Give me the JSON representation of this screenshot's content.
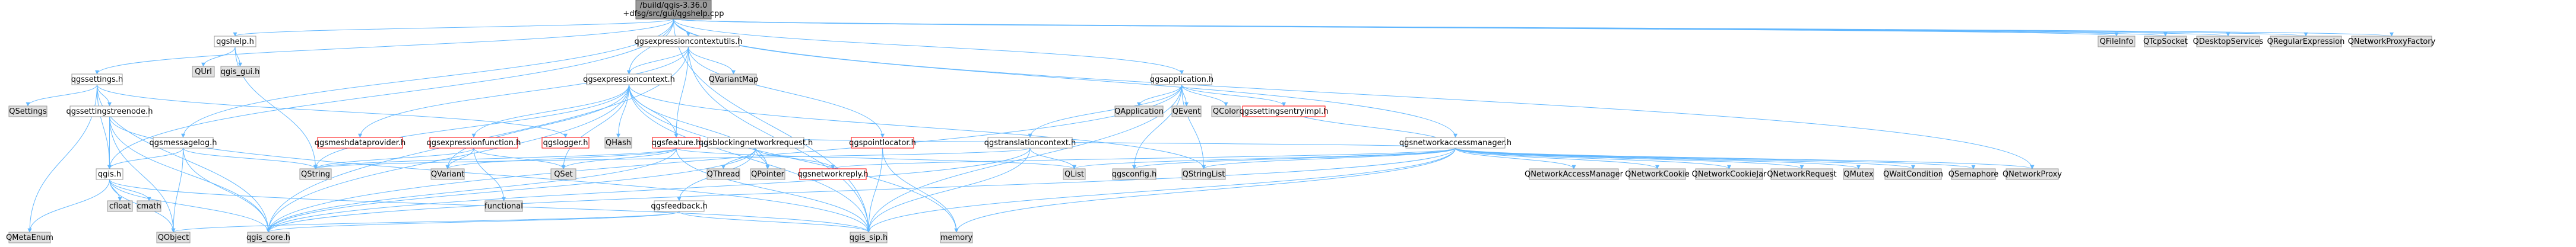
{
  "colors": {
    "root_fill": "#999999",
    "root_border": "#666666",
    "node_fill": "#ffffff",
    "node_border": "#999999",
    "external_fill": "#e0e0e0",
    "external_border": "#999999",
    "error_border": "#ff0000",
    "edge_stroke": "#63b8ff"
  },
  "graph": {
    "nodes": [
      {
        "id": "root",
        "label": "/build/qgis-3.36.0\n+dfsg/src/gui/qgshelp.cpp",
        "kind": "root"
      },
      {
        "id": "qgshelp_h",
        "label": "qgshelp.h",
        "kind": "normal"
      },
      {
        "id": "qgis_gui_h",
        "label": "qgis_gui.h",
        "kind": "external"
      },
      {
        "id": "QUrl",
        "label": "QUrl",
        "kind": "external"
      },
      {
        "id": "qgssettings_h",
        "label": "qgssettings.h",
        "kind": "normal"
      },
      {
        "id": "QSettings",
        "label": "QSettings",
        "kind": "external"
      },
      {
        "id": "qgssettingstreenode_h",
        "label": "qgssettingstreenode.h",
        "kind": "normal"
      },
      {
        "id": "QMetaEnum",
        "label": "QMetaEnum",
        "kind": "external"
      },
      {
        "id": "qgis_h",
        "label": "qgis.h",
        "kind": "normal"
      },
      {
        "id": "cfloat",
        "label": "cfloat",
        "kind": "external"
      },
      {
        "id": "cmath",
        "label": "cmath",
        "kind": "external"
      },
      {
        "id": "QObject",
        "label": "QObject",
        "kind": "external"
      },
      {
        "id": "qgis_core_h",
        "label": "qgis_core.h",
        "kind": "external"
      },
      {
        "id": "qgis_sip_h",
        "label": "qgis_sip.h",
        "kind": "external"
      },
      {
        "id": "qgsmessagelog_h",
        "label": "qgsmessagelog.h",
        "kind": "normal"
      },
      {
        "id": "QString",
        "label": "QString",
        "kind": "external"
      },
      {
        "id": "qgsexpressioncontextutils_h",
        "label": "qgsexpressioncontextutils.h",
        "kind": "normal"
      },
      {
        "id": "QVariantMap",
        "label": "QVariantMap",
        "kind": "external"
      },
      {
        "id": "qgsexpressioncontext_h",
        "label": "qgsexpressioncontext.h",
        "kind": "normal"
      },
      {
        "id": "qgsmeshdataprovider_h",
        "label": "qgsmeshdataprovider.h",
        "kind": "error"
      },
      {
        "id": "qgsexpressionfunction_h",
        "label": "qgsexpressionfunction.h",
        "kind": "error"
      },
      {
        "id": "qgslogger_h",
        "label": "qgslogger.h",
        "kind": "error"
      },
      {
        "id": "QHash",
        "label": "QHash",
        "kind": "external"
      },
      {
        "id": "qgsfeature_h",
        "label": "qgsfeature.h",
        "kind": "error"
      },
      {
        "id": "QVariant",
        "label": "QVariant",
        "kind": "external"
      },
      {
        "id": "functional",
        "label": "functional",
        "kind": "external"
      },
      {
        "id": "QSet",
        "label": "QSet",
        "kind": "external"
      },
      {
        "id": "qgsblockingnetworkrequest_h",
        "label": "qgsblockingnetworkrequest.h",
        "kind": "normal"
      },
      {
        "id": "qgsfeedback_h",
        "label": "qgsfeedback.h",
        "kind": "normal"
      },
      {
        "id": "QThread",
        "label": "QThread",
        "kind": "external"
      },
      {
        "id": "QPointer",
        "label": "QPointer",
        "kind": "external"
      },
      {
        "id": "qgsnetworkreply_h",
        "label": "qgsnetworkreply.h",
        "kind": "error"
      },
      {
        "id": "qgspointlocator_h",
        "label": "qgspointlocator.h",
        "kind": "error"
      },
      {
        "id": "memory",
        "label": "memory",
        "kind": "external"
      },
      {
        "id": "qgsapplication_h",
        "label": "qgsapplication.h",
        "kind": "normal"
      },
      {
        "id": "qgstranslationcontext_h",
        "label": "qgstranslationcontext.h",
        "kind": "normal"
      },
      {
        "id": "QList",
        "label": "QList",
        "kind": "external"
      },
      {
        "id": "QApplication",
        "label": "QApplication",
        "kind": "external"
      },
      {
        "id": "QEvent",
        "label": "QEvent",
        "kind": "external"
      },
      {
        "id": "QColor",
        "label": "QColor",
        "kind": "external"
      },
      {
        "id": "qgsconfig_h",
        "label": "qgsconfig.h",
        "kind": "external"
      },
      {
        "id": "QStringList",
        "label": "QStringList",
        "kind": "external"
      },
      {
        "id": "qgssettingsentryimpl_h",
        "label": "qgssettingsentryimpl.h",
        "kind": "error"
      },
      {
        "id": "qgsnetworkaccessmanager_h",
        "label": "qgsnetworkaccessmanager.h",
        "kind": "normal"
      },
      {
        "id": "QNetworkAccessManager",
        "label": "QNetworkAccessManager",
        "kind": "external"
      },
      {
        "id": "QNetworkCookie",
        "label": "QNetworkCookie",
        "kind": "external"
      },
      {
        "id": "QNetworkCookieJar",
        "label": "QNetworkCookieJar",
        "kind": "external"
      },
      {
        "id": "QNetworkRequest",
        "label": "QNetworkRequest",
        "kind": "external"
      },
      {
        "id": "QMutex",
        "label": "QMutex",
        "kind": "external"
      },
      {
        "id": "QWaitCondition",
        "label": "QWaitCondition",
        "kind": "external"
      },
      {
        "id": "QSemaphore",
        "label": "QSemaphore",
        "kind": "external"
      },
      {
        "id": "QNetworkProxy",
        "label": "QNetworkProxy",
        "kind": "external"
      },
      {
        "id": "QFileInfo",
        "label": "QFileInfo",
        "kind": "external"
      },
      {
        "id": "QTcpSocket",
        "label": "QTcpSocket",
        "kind": "external"
      },
      {
        "id": "QDesktopServices",
        "label": "QDesktopServices",
        "kind": "external"
      },
      {
        "id": "QRegularExpression",
        "label": "QRegularExpression",
        "kind": "external"
      },
      {
        "id": "QNetworkProxyFactory",
        "label": "QNetworkProxyFactory",
        "kind": "external"
      }
    ],
    "edges": [
      [
        "root",
        "qgshelp_h"
      ],
      [
        "root",
        "qgssettings_h"
      ],
      [
        "root",
        "qgsmessagelog_h"
      ],
      [
        "root",
        "qgis_h"
      ],
      [
        "root",
        "qgsexpressioncontextutils_h"
      ],
      [
        "root",
        "qgsapplication_h"
      ],
      [
        "root",
        "qgsnetworkaccessmanager_h"
      ],
      [
        "root",
        "QFileInfo"
      ],
      [
        "root",
        "QTcpSocket"
      ],
      [
        "root",
        "QDesktopServices"
      ],
      [
        "root",
        "QRegularExpression"
      ],
      [
        "root",
        "QNetworkProxy"
      ],
      [
        "root",
        "QNetworkProxyFactory"
      ],
      [
        "root",
        "qgis_sip_h"
      ],
      [
        "root",
        "qgsexpressioncontext_h"
      ],
      [
        "qgshelp_h",
        "qgis_gui_h"
      ],
      [
        "qgshelp_h",
        "QUrl"
      ],
      [
        "qgshelp_h",
        "QString"
      ],
      [
        "qgssettings_h",
        "QSettings"
      ],
      [
        "qgssettings_h",
        "QMetaEnum"
      ],
      [
        "qgssettings_h",
        "qgssettingstreenode_h"
      ],
      [
        "qgssettings_h",
        "qgis_core_h"
      ],
      [
        "qgssettings_h",
        "qgis_h"
      ],
      [
        "qgssettings_h",
        "qgslogger_h"
      ],
      [
        "qgssettingstreenode_h",
        "qgis_h"
      ],
      [
        "qgssettingstreenode_h",
        "QObject"
      ],
      [
        "qgssettingstreenode_h",
        "qgis_core_h"
      ],
      [
        "qgssettingstreenode_h",
        "qgis_sip_h"
      ],
      [
        "qgis_h",
        "QMetaEnum"
      ],
      [
        "qgis_h",
        "cfloat"
      ],
      [
        "qgis_h",
        "cmath"
      ],
      [
        "qgis_h",
        "QObject"
      ],
      [
        "qgis_h",
        "qgis_core_h"
      ],
      [
        "qgis_h",
        "qgis_sip_h"
      ],
      [
        "qgsmessagelog_h",
        "qgis_h"
      ],
      [
        "qgsmessagelog_h",
        "QString"
      ],
      [
        "qgsmessagelog_h",
        "QObject"
      ],
      [
        "qgsmessagelog_h",
        "qgis_core_h"
      ],
      [
        "qgsexpressioncontextutils_h",
        "qgis_core_h"
      ],
      [
        "qgsexpressioncontextutils_h",
        "qgis_sip_h"
      ],
      [
        "qgsexpressioncontextutils_h",
        "QVariantMap"
      ],
      [
        "qgsexpressioncontextutils_h",
        "qgsexpressioncontext_h"
      ],
      [
        "qgsexpressioncontextutils_h",
        "qgsfeature_h"
      ],
      [
        "qgsexpressioncontextutils_h",
        "qgspointlocator_h"
      ],
      [
        "qgsexpressioncontextutils_h",
        "qgsmeshdataprovider_h"
      ],
      [
        "qgsexpressioncontext_h",
        "QVariant"
      ],
      [
        "qgsexpressioncontext_h",
        "QHash"
      ],
      [
        "qgsexpressioncontext_h",
        "QString"
      ],
      [
        "qgsexpressioncontext_h",
        "QStringList"
      ],
      [
        "qgsexpressioncontext_h",
        "QSet"
      ],
      [
        "qgsexpressioncontext_h",
        "QPointer"
      ],
      [
        "qgsexpressioncontext_h",
        "memory"
      ],
      [
        "qgsexpressioncontext_h",
        "qgsexpressionfunction_h"
      ],
      [
        "qgsexpressioncontext_h",
        "qgsfeature_h"
      ],
      [
        "qgsexpressioncontext_h",
        "qgis_core_h"
      ],
      [
        "qgsexpressioncontext_h",
        "qgis_sip_h"
      ],
      [
        "qgsexpressionfunction_h",
        "functional"
      ],
      [
        "qgsexpressionfunction_h",
        "QString"
      ],
      [
        "qgsexpressionfunction_h",
        "QVariant"
      ],
      [
        "qgsexpressionfunction_h",
        "QSet"
      ],
      [
        "qgsfeature_h",
        "QString"
      ],
      [
        "qgsfeature_h",
        "QVariant"
      ],
      [
        "qgsfeature_h",
        "QList"
      ],
      [
        "qgsfeature_h",
        "QSet"
      ],
      [
        "qgsfeature_h",
        "qgis_core_h"
      ],
      [
        "qgsfeature_h",
        "qgis_sip_h"
      ],
      [
        "qgsblockingnetworkrequest_h",
        "qgsnetworkreply_h"
      ],
      [
        "qgsblockingnetworkrequest_h",
        "qgsfeedback_h"
      ],
      [
        "qgsblockingnetworkrequest_h",
        "QThread"
      ],
      [
        "qgsblockingnetworkrequest_h",
        "QPointer"
      ],
      [
        "qgsblockingnetworkrequest_h",
        "qgis_core_h"
      ],
      [
        "qgsfeedback_h",
        "QObject"
      ],
      [
        "qgsfeedback_h",
        "qgis_core_h"
      ],
      [
        "qgsfeedback_h",
        "qgis_sip_h"
      ],
      [
        "qgspointlocator_h",
        "memory"
      ],
      [
        "qgspointlocator_h",
        "qgis_sip_h"
      ],
      [
        "qgsapplication_h",
        "qgis_core_h"
      ],
      [
        "qgsapplication_h",
        "QApplication"
      ],
      [
        "qgsapplication_h",
        "QEvent"
      ],
      [
        "qgsapplication_h",
        "QStringList"
      ],
      [
        "qgsapplication_h",
        "QColor"
      ],
      [
        "qgsapplication_h",
        "qgis_sip_h"
      ],
      [
        "qgsapplication_h",
        "qgsconfig_h"
      ],
      [
        "qgsapplication_h",
        "qgstranslationcontext_h"
      ],
      [
        "qgsapplication_h",
        "qgssettingsentryimpl_h"
      ],
      [
        "qgstranslationcontext_h",
        "qgis_core_h"
      ],
      [
        "qgstranslationcontext_h",
        "qgis_sip_h"
      ],
      [
        "qgstranslationcontext_h",
        "QString"
      ],
      [
        "qgstranslationcontext_h",
        "QList"
      ],
      [
        "qgsnetworkaccessmanager_h",
        "QList"
      ],
      [
        "qgsnetworkaccessmanager_h",
        "QStringList"
      ],
      [
        "qgsnetworkaccessmanager_h",
        "QNetworkAccessManager"
      ],
      [
        "qgsnetworkaccessmanager_h",
        "QNetworkCookie"
      ],
      [
        "qgsnetworkaccessmanager_h",
        "QNetworkCookieJar"
      ],
      [
        "qgsnetworkaccessmanager_h",
        "QNetworkProxy"
      ],
      [
        "qgsnetworkaccessmanager_h",
        "QNetworkRequest"
      ],
      [
        "qgsnetworkaccessmanager_h",
        "QMutex"
      ],
      [
        "qgsnetworkaccessmanager_h",
        "QWaitCondition"
      ],
      [
        "qgsnetworkaccessmanager_h",
        "QSemaphore"
      ],
      [
        "qgsnetworkaccessmanager_h",
        "memory"
      ],
      [
        "qgsnetworkaccessmanager_h",
        "qgsnetworkreply_h"
      ],
      [
        "qgsnetworkaccessmanager_h",
        "qgsconfig_h"
      ],
      [
        "qgsnetworkaccessmanager_h",
        "qgis_core_h"
      ],
      [
        "qgsnetworkaccessmanager_h",
        "qgis_sip_h"
      ],
      [
        "qgsnetworkaccessmanager_h",
        "qgsblockingnetworkrequest_h"
      ],
      [
        "qgsnetworkaccessmanager_h",
        "qgssettingsentryimpl_h"
      ]
    ]
  }
}
